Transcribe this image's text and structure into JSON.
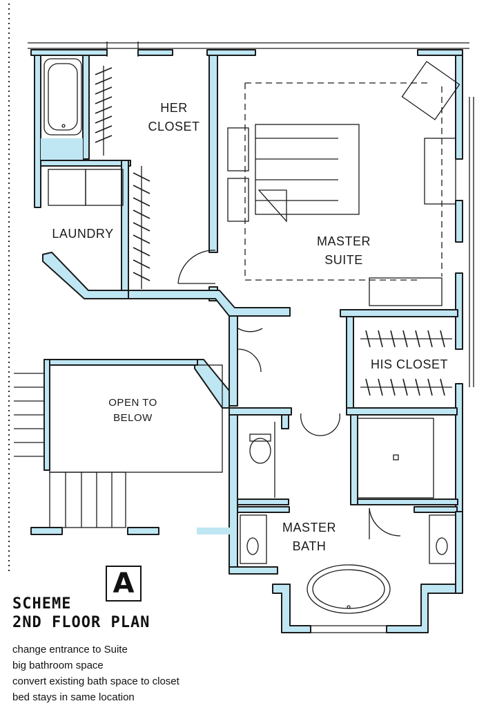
{
  "rooms": {
    "her_closet": [
      "HER",
      "CLOSET"
    ],
    "laundry": "LAUNDRY",
    "master_suite": [
      "MASTER",
      "SUITE"
    ],
    "his_closet": "HIS CLOSET",
    "open_to_below": [
      "OPEN TO",
      "BELOW"
    ],
    "master_bath": [
      "MASTER",
      "BATH"
    ]
  },
  "scheme": {
    "badge": "A",
    "title_line1": "Scheme",
    "title_line2": "2nd Floor Plan",
    "notes": [
      "change entrance to Suite",
      "big bathroom space",
      "convert existing bath space to closet",
      "bed stays in same location"
    ]
  },
  "colors": {
    "wall_fill": "#bfe6f3",
    "ink": "#1a1a1a"
  }
}
